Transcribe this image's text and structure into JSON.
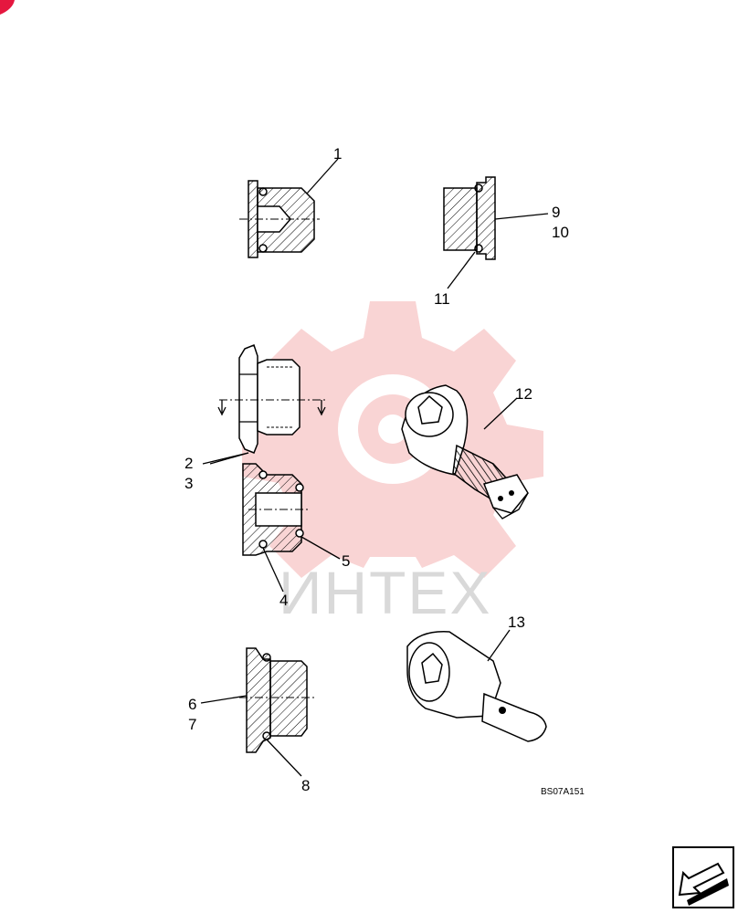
{
  "drawing": {
    "code": "BS07A151",
    "watermark": "ИНТЕХ",
    "callouts": [
      {
        "id": "c1",
        "text": "1"
      },
      {
        "id": "c9",
        "text": "9"
      },
      {
        "id": "c10",
        "text": "10"
      },
      {
        "id": "c11",
        "text": "11"
      },
      {
        "id": "c12",
        "text": "12"
      },
      {
        "id": "c2",
        "text": "2"
      },
      {
        "id": "c3",
        "text": "3"
      },
      {
        "id": "c4",
        "text": "4"
      },
      {
        "id": "c5",
        "text": "5"
      },
      {
        "id": "c6",
        "text": "6"
      },
      {
        "id": "c7",
        "text": "7"
      },
      {
        "id": "c8",
        "text": "8"
      },
      {
        "id": "c13",
        "text": "13"
      }
    ]
  },
  "colors": {
    "watermark_gear": "#f9d4d4",
    "watermark_text": "#d9d9d9",
    "corner_badge": "#e5173f"
  },
  "nav": {
    "icon": "next-page-arrow-icon"
  }
}
